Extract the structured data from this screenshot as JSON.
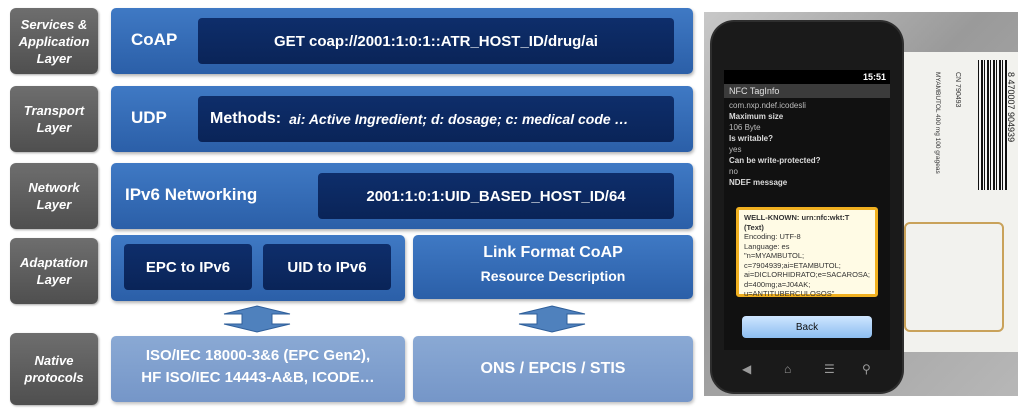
{
  "layers": [
    {
      "label": "Services & Application Layer"
    },
    {
      "label": "Transport Layer"
    },
    {
      "label": "Network Layer"
    },
    {
      "label": "Adaptation Layer"
    },
    {
      "label": "Native protocols"
    }
  ],
  "services": {
    "protocol": "CoAP",
    "request": "GET coap://2001:1:0:1::ATR_HOST_ID/drug/ai"
  },
  "transport": {
    "protocol": "UDP",
    "methods_label": "Methods:",
    "methods_text": "ai: Active Ingredient; d: dosage; c: medical code …"
  },
  "network": {
    "protocol": "IPv6 Networking",
    "address": "2001:1:0:1:UID_BASED_HOST_ID/64"
  },
  "adaptation": {
    "epc": "EPC to IPv6",
    "uid": "UID to IPv6",
    "link_line1": "Link Format CoAP",
    "link_line2": "Resource Description"
  },
  "native": {
    "left_line1": "ISO/IEC 18000-3&6 (EPC Gen2),",
    "left_line2": "HF ISO/IEC 14443-A&B, ICODE…",
    "right": "ONS / EPCIS / STIS"
  },
  "phone": {
    "time": "15:51",
    "app_title": "NFC TagInfo",
    "line_top": "com.nxp.ndef.icodesli",
    "max_size_label": "Maximum size",
    "max_size_value": "106 Byte",
    "writable_label": "Is writable?",
    "writable_value": "yes",
    "protect_label": "Can be write-protected?",
    "protect_value": "no",
    "ndef_label": "NDEF message",
    "record_title": "WELL-KNOWN: urn:nfc:wkt:T (Text)",
    "record_lines": [
      "Encoding: UTF-8",
      "Language: es",
      "\"n=MYAMBUTOL;",
      "c=7904939;ai=ETAMBUTOL;",
      "ai=DICLORHIDRATO;e=SACAROSA;",
      "d=400mg;a=J04AK;",
      "u=ANTITUBERCULOSOS\""
    ],
    "back": "Back"
  },
  "package": {
    "barcode_number": "8 470007 904939",
    "text": "MYAMBUTOL 400 mg 100 grageas",
    "cn": "CN 790493"
  },
  "colors": {
    "bar": "#2f66b0",
    "inner": "#0b2a62",
    "light": "#7f9fcf",
    "label": "#5e5e5e"
  }
}
